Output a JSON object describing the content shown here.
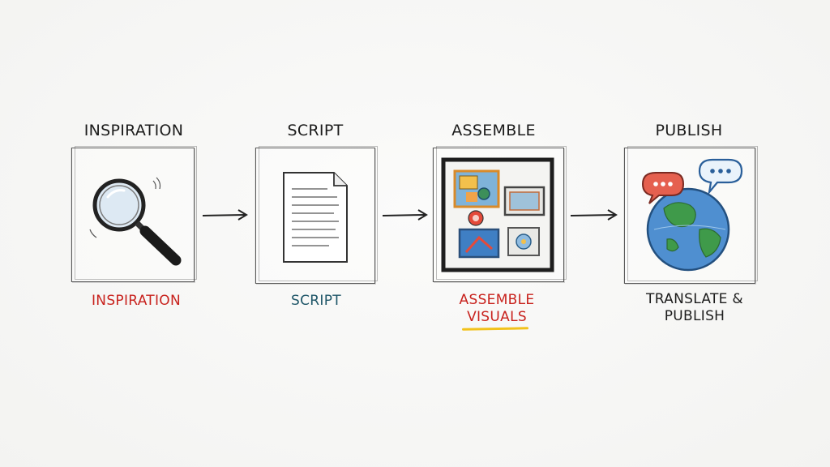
{
  "steps": [
    {
      "title": "INSPIRATION",
      "caption": "INSPIRATION",
      "icon": "magnifying-glass-icon"
    },
    {
      "title": "SCRIPT",
      "caption": "SCRIPT",
      "icon": "document-icon"
    },
    {
      "title": "ASSEMBLE",
      "caption_line1": "ASSEMBLE",
      "caption_line2": "VISUALS",
      "icon": "image-collage-icon"
    },
    {
      "title": "PUBLISH",
      "caption_line1": "TRANSLATE &",
      "caption_line2": "PUBLISH",
      "icon": "globe-speech-icon"
    }
  ],
  "colors": {
    "inspiration_caption": "#c8221d",
    "script_caption": "#1f5668",
    "assemble_caption": "#c8221d",
    "assemble_underline": "#f2c21b",
    "publish_caption": "#1c1c1c"
  }
}
